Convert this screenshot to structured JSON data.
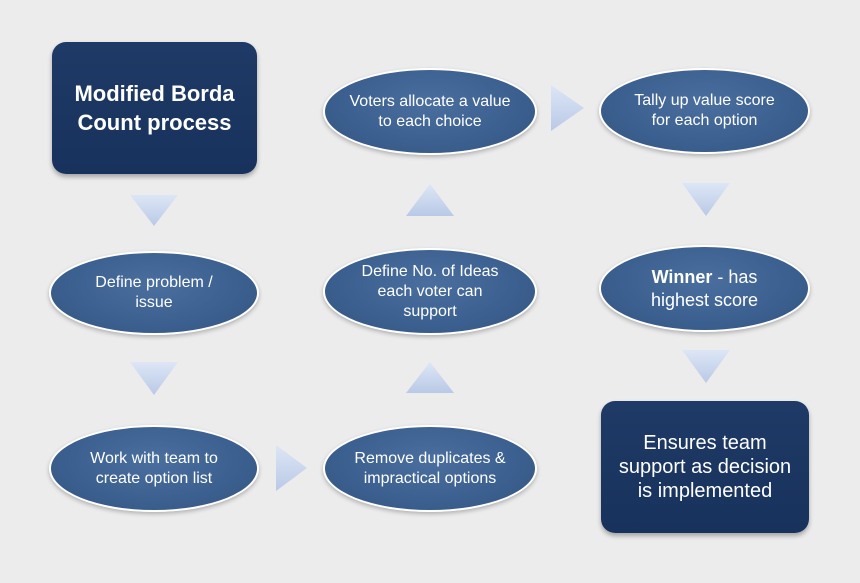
{
  "diagram": {
    "title": "Modified Borda Count process",
    "steps": {
      "define_problem": "Define problem / issue",
      "work_with_team": "Work with team to create option list",
      "remove_duplicates": "Remove duplicates & impractical options",
      "define_number": "Define No. of Ideas each voter can support",
      "voters_allocate": "Voters allocate a value to each choice",
      "tally": "Tally up value score for each option",
      "winner_bold": "Winner",
      "winner_rest": " - has highest score",
      "ensures": "Ensures team support as decision is implemented"
    },
    "colors": {
      "ellipse_fill": "#3b5f8f",
      "box_fill": "#1b355f",
      "arrow_fill": "#c9d6ee",
      "background": "#ececec"
    }
  }
}
